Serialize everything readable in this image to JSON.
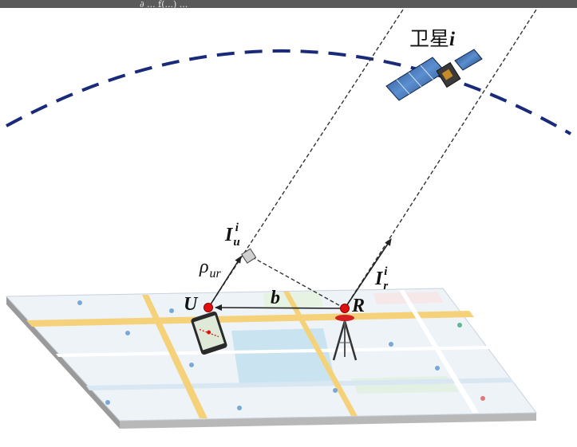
{
  "top_fragment": "∂ ... f(...) ...",
  "satellite": {
    "label_prefix": "卫星",
    "label_index": "i"
  },
  "labels": {
    "user": "U",
    "reference": "R",
    "baseline": "b",
    "range_symbol": "ρ",
    "range_sub": "ur",
    "los_user_base": "I",
    "los_user_sub": "u",
    "los_user_sup": "i",
    "los_ref_base": "I",
    "los_ref_sub": "r",
    "los_ref_sup": "i"
  },
  "colors": {
    "orbit": "#1a2a7a",
    "points": "#e01010",
    "map_road": "#f5d27a",
    "map_water": "#c9e4f0",
    "map_base": "#eef3f8",
    "text": "#111111"
  }
}
